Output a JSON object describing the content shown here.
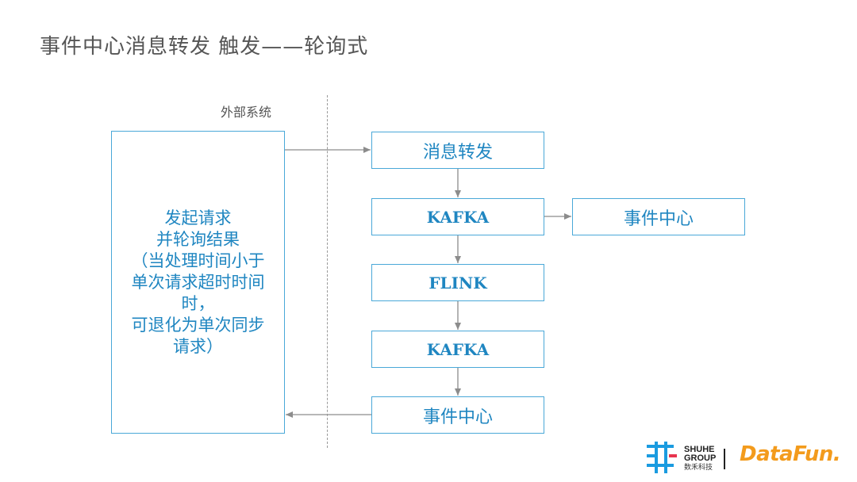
{
  "title": "事件中心消息转发 触发——轮询式",
  "external_label": "外部系统",
  "client_box": "发起请求\n并轮询结果\n（当处理时间小于\n单次请求超时时间\n时，\n可退化为单次同步\n请求）",
  "flow": {
    "msg_forward": "消息转发",
    "kafka_1": "KAFKA",
    "event_center_side": "事件中心",
    "flink": "FLINK",
    "kafka_2": "KAFKA",
    "event_center_bottom": "事件中心"
  },
  "logos": {
    "shuhe_line1": "SHUHE",
    "shuhe_line2": "GROUP",
    "shuhe_line3": "数禾科技",
    "datafun": "DataFun."
  },
  "colors": {
    "box_border": "#4aa8d8",
    "box_text": "#1f86c1",
    "arrow": "#8c8c8c"
  }
}
